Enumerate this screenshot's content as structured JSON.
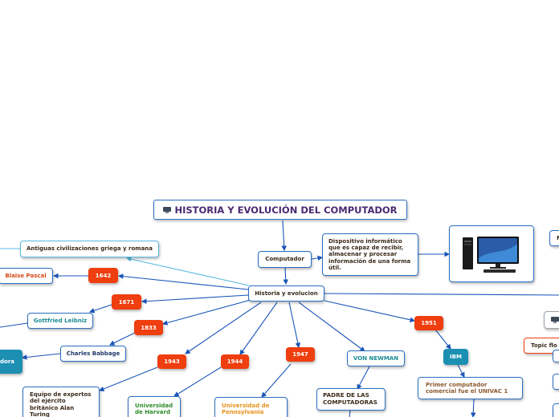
{
  "title": {
    "text": "HISTORIA Y EVOLUCIÓN DEL COMPUTADOR",
    "icon": "computer-icon"
  },
  "nodes": {
    "computador": "Computador",
    "definicion": "Dispositivo informático que es capaz de recibir, almacenar y procesar información de una forma útil.",
    "historia": "Historia y evolucion",
    "antiguas": "Antiguas civilizaciones griega y romana",
    "pascal": "Blaise Pascal",
    "leibniz": "Gottfried Leibniz",
    "babbage": "Charles Babbage",
    "calculadora_partial": "dora",
    "von_newman": "VON NEWMAN",
    "ibm": "IBM",
    "padre": "PADRE DE LAS COMPUTADORAS",
    "primer": "Primer computador comercial fue el UNIVAC 1",
    "equipo": "Equipo de expertos del ejército británico Alan Turing",
    "harvard": "Universidad de Harvard",
    "penn": "Universidad de Pennsylvania",
    "topic": "Topic flo",
    "right_m": "M"
  },
  "years": {
    "y1642": "1642",
    "y1671": "1671",
    "y1833": "1833",
    "y1943": "1943",
    "y1944": "1944",
    "y1947": "1947",
    "y1951": "1951"
  },
  "colors": {
    "accent_border": "#2b6fc2",
    "year_badge": "#ef3e0f",
    "teal_badge": "#1c8fb2",
    "title_text": "#4a2a72",
    "link_dark": "#1a55b8",
    "link_light": "#5ab8e0"
  }
}
